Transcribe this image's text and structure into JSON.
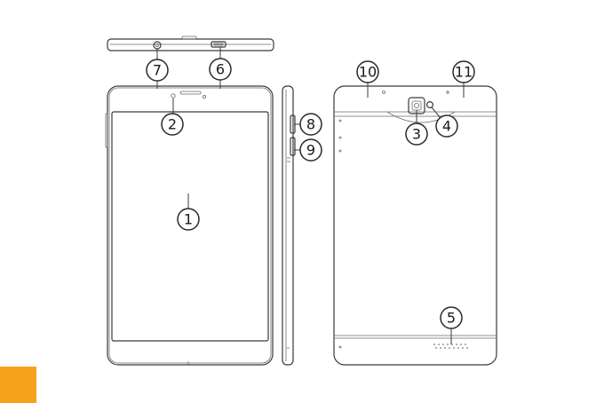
{
  "callouts": {
    "c1": "1",
    "c2": "2",
    "c3": "3",
    "c4": "4",
    "c5": "5",
    "c6": "6",
    "c7": "7",
    "c8": "8",
    "c9": "9",
    "c10": "10",
    "c11": "11"
  },
  "colors": {
    "line": "#3a3a3a",
    "accent_tab": "#f7a21b",
    "background": "#ffffff"
  }
}
